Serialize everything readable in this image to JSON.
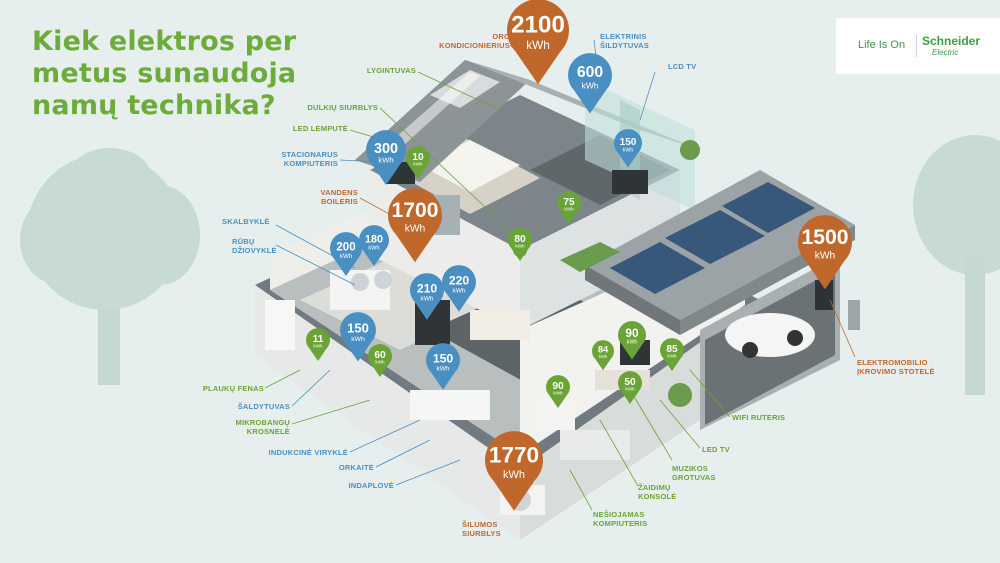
{
  "title": "Kiek elektros per\nmetus sunaudoja\nnamų technika?",
  "logo": {
    "tagline": "Life Is On",
    "brand": "Schneider",
    "brand_sub": "Electric"
  },
  "colors": {
    "green": "#6aa336",
    "blue": "#4a8fc2",
    "orange": "#c0682c",
    "background": "#e6efee"
  },
  "pins": [
    {
      "value": "2100",
      "unit": "kWh",
      "color": "orange"
    },
    {
      "value": "600",
      "unit": "kWh",
      "color": "blue"
    },
    {
      "value": "300",
      "unit": "kWh",
      "color": "blue"
    },
    {
      "value": "10",
      "unit": "kWh",
      "color": "green"
    },
    {
      "value": "150",
      "unit": "kWh",
      "color": "blue"
    },
    {
      "value": "1700",
      "unit": "kWh",
      "color": "orange"
    },
    {
      "value": "75",
      "unit": "kWh",
      "color": "green"
    },
    {
      "value": "80",
      "unit": "kWh",
      "color": "green"
    },
    {
      "value": "200",
      "unit": "kWh",
      "color": "blue"
    },
    {
      "value": "180",
      "unit": "kWh",
      "color": "blue"
    },
    {
      "value": "210",
      "unit": "kWh",
      "color": "blue"
    },
    {
      "value": "220",
      "unit": "kWh",
      "color": "blue"
    },
    {
      "value": "1500",
      "unit": "kWh",
      "color": "orange"
    },
    {
      "value": "150",
      "unit": "kWh",
      "color": "blue"
    },
    {
      "value": "11",
      "unit": "kWh",
      "color": "green"
    },
    {
      "value": "60",
      "unit": "kWh",
      "color": "green"
    },
    {
      "value": "150",
      "unit": "kWh",
      "color": "blue"
    },
    {
      "value": "90",
      "unit": "kWh",
      "color": "green"
    },
    {
      "value": "84",
      "unit": "kWh",
      "color": "green"
    },
    {
      "value": "85",
      "unit": "kWh",
      "color": "green"
    },
    {
      "value": "50",
      "unit": "kWh",
      "color": "green"
    },
    {
      "value": "90",
      "unit": "kWh",
      "color": "green"
    },
    {
      "value": "1770",
      "unit": "kWh",
      "color": "orange"
    }
  ],
  "labels": [
    {
      "text": "ORO\nKONDICIONIERIUS",
      "color": "orange"
    },
    {
      "text": "ELEKTRINIS\nŠILDYTUVAS",
      "color": "blue"
    },
    {
      "text": "LCD TV",
      "color": "blue"
    },
    {
      "text": "LYGINTUVAS",
      "color": "green"
    },
    {
      "text": "DULKIŲ SIURBLYS",
      "color": "green"
    },
    {
      "text": "LED LEMPUTĖ",
      "color": "green"
    },
    {
      "text": "STACIONARUS\nKOMPIUTERIS",
      "color": "blue"
    },
    {
      "text": "VANDENS\nBOILERIS",
      "color": "orange"
    },
    {
      "text": "SKALBYKLĖ",
      "color": "blue"
    },
    {
      "text": "RŪBŲ\nDŽIOVYKLĖ",
      "color": "blue"
    },
    {
      "text": "PLAUKŲ FENAS",
      "color": "green"
    },
    {
      "text": "ŠALDYTUVAS",
      "color": "blue"
    },
    {
      "text": "MIKROBANGŲ\nKROSNELĖ",
      "color": "green"
    },
    {
      "text": "INDUKCINĖ VIRYKLĖ",
      "color": "blue"
    },
    {
      "text": "ORKAITĖ",
      "color": "blue"
    },
    {
      "text": "INDAPLOVĖ",
      "color": "blue"
    },
    {
      "text": "ŠILUMOS\nSIURBLYS",
      "color": "orange"
    },
    {
      "text": "NEŠIOJAMAS\nKOMPIUTERIS",
      "color": "green"
    },
    {
      "text": "ŽAIDIMŲ\nKONSOLĖ",
      "color": "green"
    },
    {
      "text": "MUZIKOS\nGROTUVAS",
      "color": "green"
    },
    {
      "text": "LED TV",
      "color": "green"
    },
    {
      "text": "WIFI RUTERIS",
      "color": "green"
    },
    {
      "text": "ELEKTROMOBILIO\nĮKROVIMO STOTELĖ",
      "color": "orange"
    }
  ]
}
